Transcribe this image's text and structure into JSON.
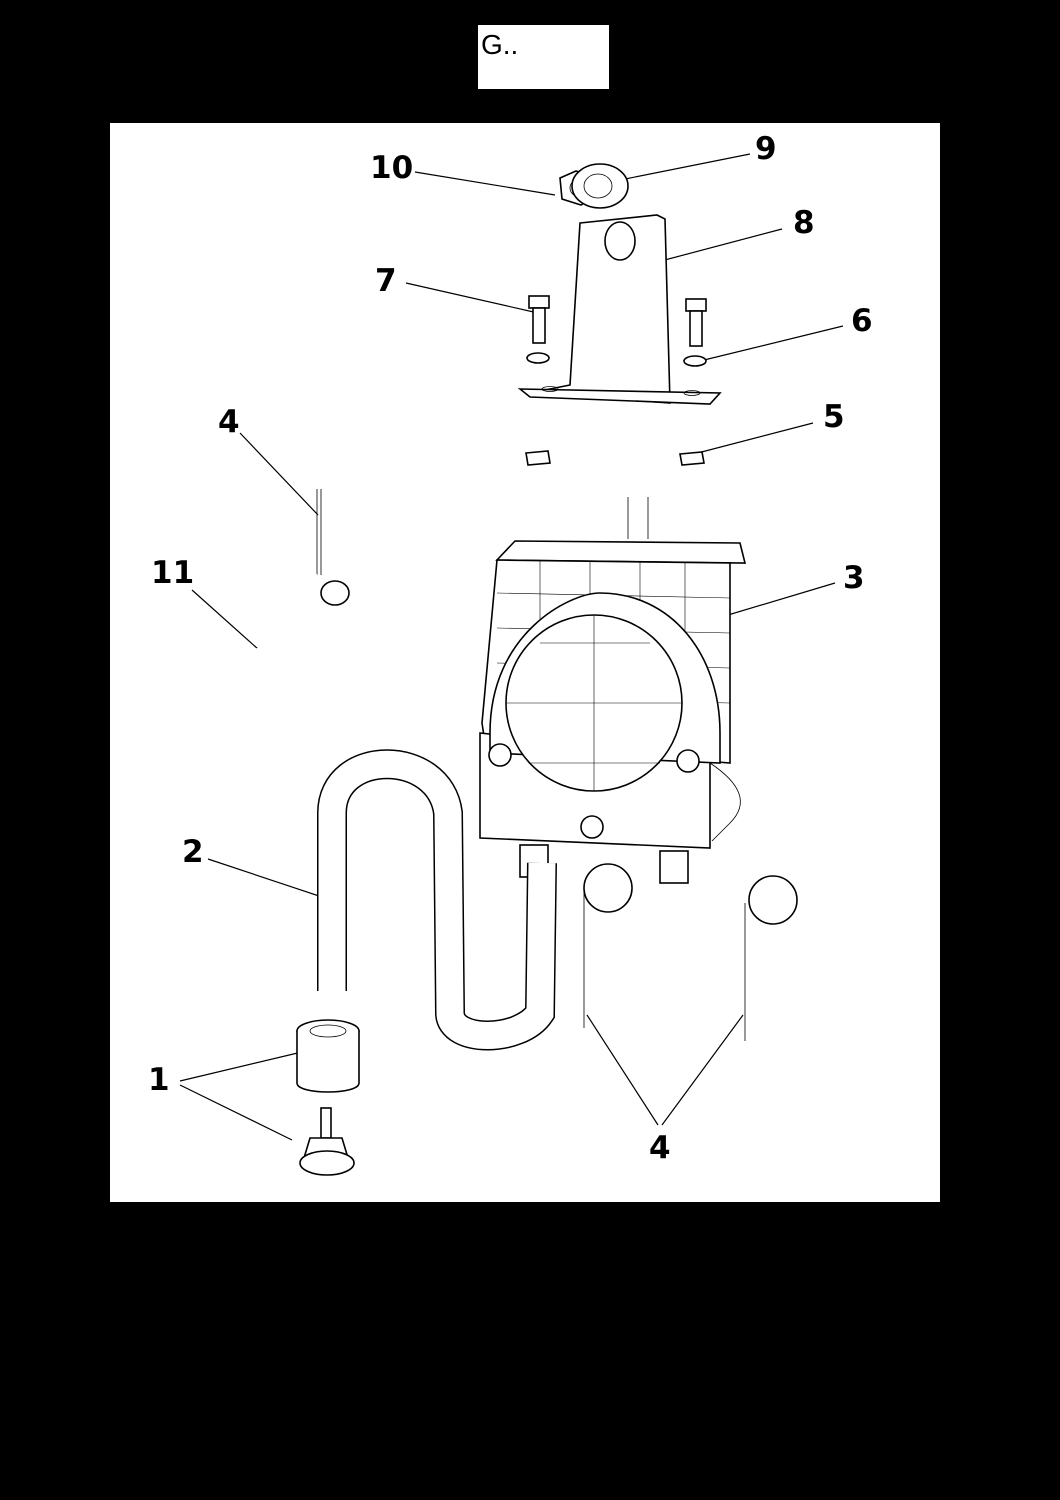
{
  "header": {
    "text": "G.."
  },
  "callouts": [
    {
      "id": "c10",
      "label": "10"
    },
    {
      "id": "c9",
      "label": "9"
    },
    {
      "id": "c8",
      "label": "8"
    },
    {
      "id": "c7",
      "label": "7"
    },
    {
      "id": "c6",
      "label": "6"
    },
    {
      "id": "c5",
      "label": "5"
    },
    {
      "id": "c4a",
      "label": "4"
    },
    {
      "id": "c11",
      "label": "11"
    },
    {
      "id": "c3",
      "label": "3"
    },
    {
      "id": "c2",
      "label": "2"
    },
    {
      "id": "c1",
      "label": "1"
    },
    {
      "id": "c4b",
      "label": "4"
    }
  ]
}
